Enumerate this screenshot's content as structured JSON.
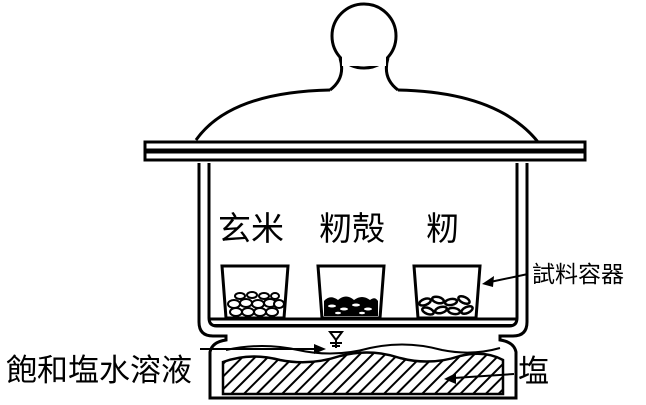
{
  "labels": {
    "brown_rice": "玄米",
    "rice_husk": "籾殻",
    "paddy": "籾",
    "sample_container": "試料容器",
    "saturated_brine": "飽和塩水溶液",
    "salt": "塩"
  },
  "colors": {
    "ink": "#000000",
    "background": "#ffffff"
  }
}
